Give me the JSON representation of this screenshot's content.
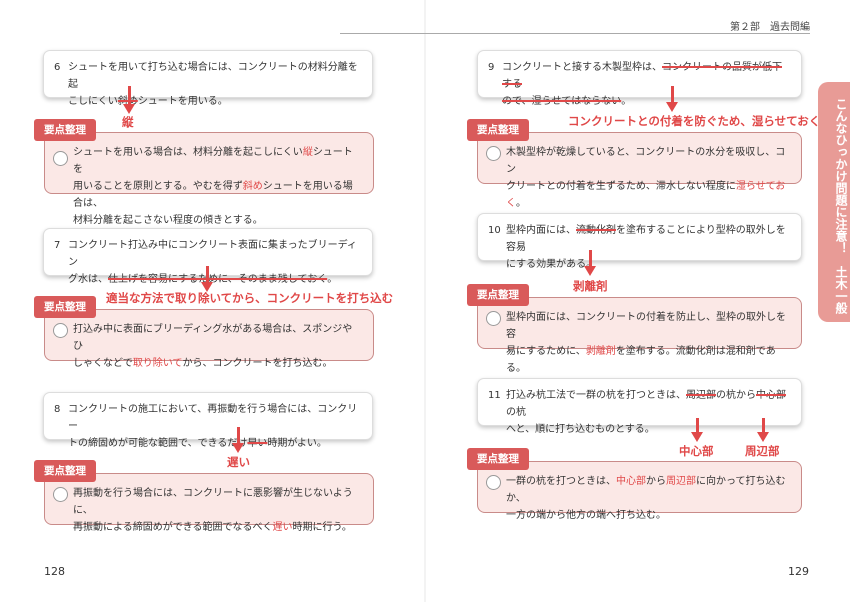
{
  "header": {
    "section": "第２部　過去問編"
  },
  "side_tab": "こんなひっかけ問題に注意！　土木一般",
  "point_tag": "要点整理",
  "page_numbers": {
    "left": "128",
    "right": "129"
  },
  "items": [
    {
      "num": "6",
      "q_line1": "シュートを用いて打ち込む場合には、コンクリートの材料分離を起",
      "q_line2_pre": "こしにくい",
      "q_line2_strike": "斜め",
      "q_line2_post": "シュートを用いる。",
      "correction": "縦",
      "p_line1_pre": "シュートを用いる場合は、材料分離を起こしにくい",
      "p_line1_hl": "縦",
      "p_line1_post": "シュートを",
      "p_line2_pre": "用いることを原則とする。やむを得ず",
      "p_line2_hl": "斜め",
      "p_line2_post": "シュートを用いる場合は、",
      "p_line3": "材料分離を起こさない程度の傾きとする。"
    },
    {
      "num": "7",
      "q_line1": "コンクリート打込み中にコンクリート表面に集まったブリーディン",
      "q_line2_pre": "グ水は、",
      "q_line2_strike": "仕上げを容易にするために、そのまま残しておく",
      "q_line2_post": "。",
      "correction": "適当な方法で取り除いてから、コンクリートを打ち込む",
      "p_line1": "打込み中に表面にブリーディング水がある場合は、スポンジやひ",
      "p_line2_pre": "しゃくなどで",
      "p_line2_hl": "取り除いて",
      "p_line2_post": "から、コンクリートを打ち込む。"
    },
    {
      "num": "8",
      "q_line1": "コンクリートの施工において、再振動を行う場合には、コンクリー",
      "q_line2_pre": "トの締固めが可能な範囲で、できるだけ",
      "q_line2_strike": "早い",
      "q_line2_post": "時期がよい。",
      "correction": "遅い",
      "p_line1": "再振動を行う場合には、コンクリートに悪影響が生じないように、",
      "p_line2_pre": "再振動による締固めができる範囲でなるべく",
      "p_line2_hl": "遅い",
      "p_line2_post": "時期に行う。"
    },
    {
      "num": "9",
      "q_line1_pre": "コンクリートと接する木製型枠は、",
      "q_line1_strike": "コンクリートの品質が低下する",
      "q_line2_strike": "ので、湿らせてはならない",
      "q_line2_post": "。",
      "correction": "コンクリートとの付着を防ぐため、湿らせておく",
      "p_line1": "木製型枠が乾燥していると、コンクリートの水分を吸収し、コン",
      "p_line2_pre": "クリートとの付着を生ずるため、滞水しない程度に",
      "p_line2_hl": "湿らせておく",
      "p_line2_post": "。"
    },
    {
      "num": "10",
      "q_line1_pre": "型枠内面には、",
      "q_line1_strike": "流動化剤",
      "q_line1_post": "を塗布することにより型枠の取外しを容易",
      "q_line2": "にする効果がある。",
      "correction": "剥離剤",
      "p_line1": "型枠内面には、コンクリートの付着を防止し、型枠の取外しを容",
      "p_line2_pre": "易にするために、",
      "p_line2_hl": "剥離剤",
      "p_line2_post": "を塗布する。流動化剤は混和剤である。"
    },
    {
      "num": "11",
      "q_line1_pre": "打込み杭工法で一群の杭を打つときは、",
      "q_line1_strike1": "周辺部",
      "q_line1_mid": "の杭から",
      "q_line1_strike2": "中心部",
      "q_line1_post": "の杭",
      "q_line2": "へと、順に打ち込むものとする。",
      "correction1": "中心部",
      "correction2": "周辺部",
      "p_line1_pre": "一群の杭を打つときは、",
      "p_line1_hl1": "中心部",
      "p_line1_mid": "から",
      "p_line1_hl2": "周辺部",
      "p_line1_post": "に向かって打ち込むか、",
      "p_line2": "一方の端から他方の端へ打ち込む。"
    }
  ]
}
